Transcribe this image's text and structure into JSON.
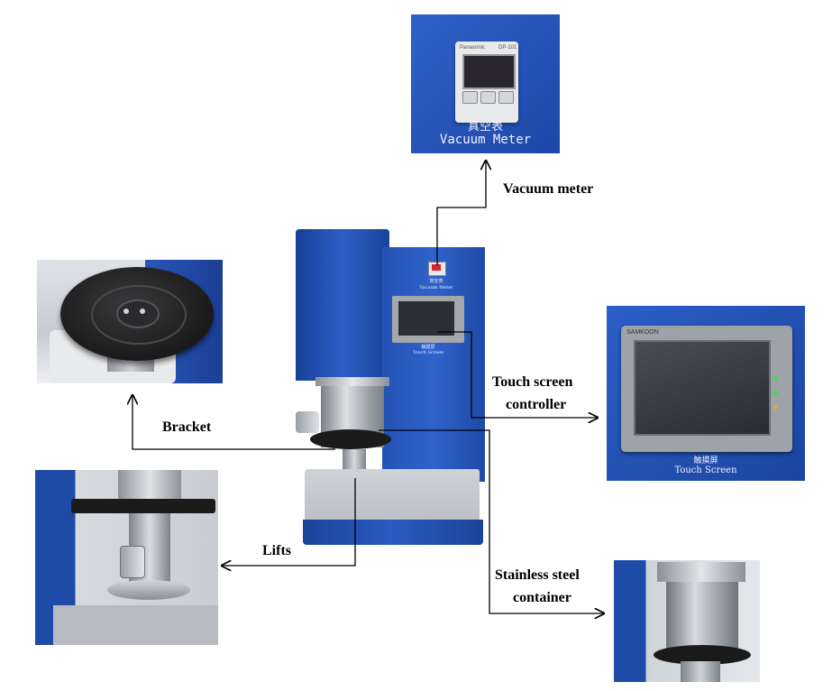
{
  "callouts": {
    "vacuum_meter": "Vacuum meter",
    "touch_screen_line1": "Touch screen",
    "touch_screen_line2": "controller",
    "bracket": "Bracket",
    "lifts": "Lifts",
    "container_line1": "Stainless steel",
    "container_line2": "container"
  },
  "photo_text": {
    "meter_brand": "Panasonic",
    "meter_model": "DP-101",
    "meter_cn": "真空表",
    "meter_en": "Vacuum Meter",
    "screen_brand": "SAMKOON",
    "screen_cn": "触摸屏",
    "screen_en": "Touch Screen",
    "machine_meter_cn": "真空表",
    "machine_meter_en": "Vacuum Meter",
    "machine_screen_cn": "触摸屏",
    "machine_screen_en": "Touch Screen"
  },
  "colors": {
    "machine_blue": "#1f4fb0",
    "panel_blue": "#2a5cc4",
    "steel": "#b9bcc0",
    "arrow": "#000000"
  }
}
